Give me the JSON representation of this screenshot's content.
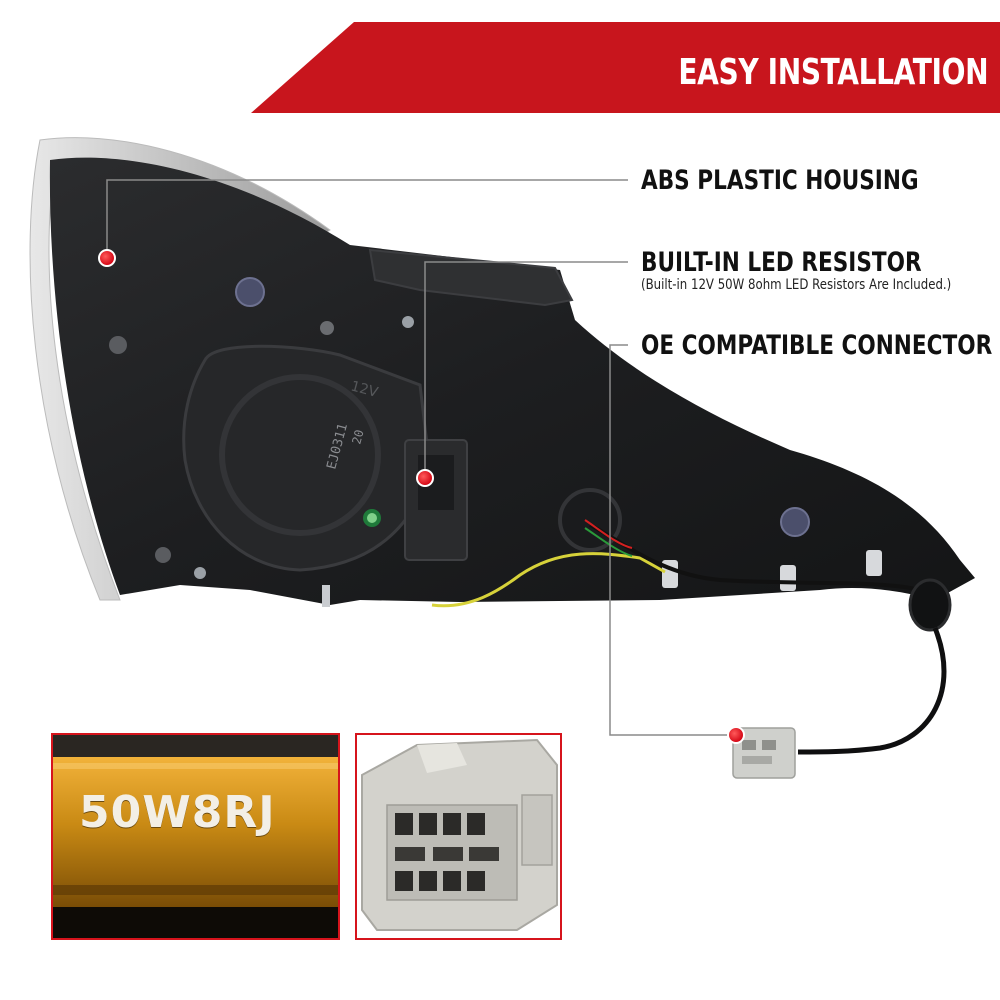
{
  "banner": {
    "title": "EASY INSTALLATION",
    "color": "#c8151d"
  },
  "callouts": [
    {
      "label": "ABS PLASTIC HOUSING"
    },
    {
      "label": "BUILT-IN LED RESISTOR",
      "note": "(Built-in 12V 50W 8ohm LED Resistors Are Included.)"
    },
    {
      "label": "OE COMPATIBLE CONNECTOR"
    }
  ],
  "insets": {
    "resistor_code": "50W8RJ",
    "border_color": "#d6141c"
  },
  "product_marks": {
    "voltage": "12V",
    "code": "EJ0311",
    "year": "20"
  },
  "colors": {
    "marker_red": "#e30613",
    "leader_line": "#8a8a8a",
    "resistor_gold": "#c98a14"
  }
}
